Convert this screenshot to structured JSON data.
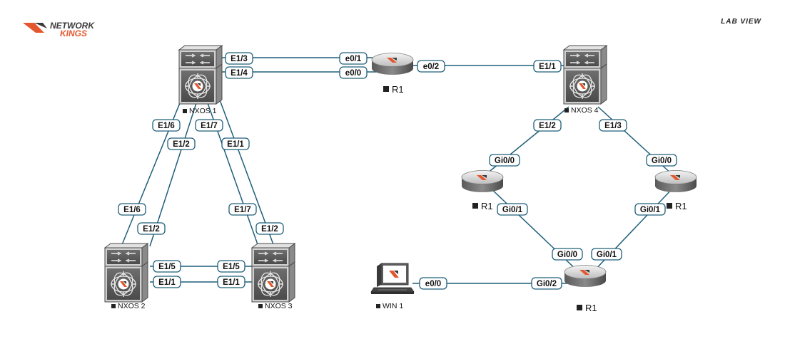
{
  "brand": {
    "logo_line1": "NETWORK",
    "logo_line2": "KINGS",
    "view_label": "LAB VIEW",
    "accent": "#e4572e",
    "link_color": "#1f5f7a"
  },
  "nodes": {
    "nxos1": {
      "name": "NXOS 1",
      "icon": "nexus-switch-icon"
    },
    "nxos2": {
      "name": "NXOS 2",
      "icon": "nexus-switch-icon"
    },
    "nxos3": {
      "name": "NXOS 3",
      "icon": "nexus-switch-icon"
    },
    "nxos4": {
      "name": "NXOS 4",
      "icon": "nexus-switch-icon"
    },
    "r1_top": {
      "name": "R1",
      "icon": "router-icon"
    },
    "r1_left": {
      "name": "R1",
      "icon": "router-icon"
    },
    "r1_right": {
      "name": "R1",
      "icon": "router-icon"
    },
    "r1_bottom": {
      "name": "R1",
      "icon": "router-icon"
    },
    "win1": {
      "name": "WIN 1",
      "icon": "workstation-icon"
    }
  },
  "links": [
    {
      "id": "nx1-r1-a",
      "a": "E1/3",
      "b": "e0/1"
    },
    {
      "id": "nx1-r1-b",
      "a": "E1/4",
      "b": "e0/0"
    },
    {
      "id": "r1-nx4",
      "a": "e0/2",
      "b": "E1/1"
    },
    {
      "id": "nx1-nx2-a",
      "a": "E1/6",
      "b": "E1/6"
    },
    {
      "id": "nx1-nx2-b",
      "a": "E1/2",
      "b": "E1/2"
    },
    {
      "id": "nx1-nx3-a",
      "a": "E1/7",
      "b": "E1/7"
    },
    {
      "id": "nx1-nx3-b",
      "a": "E1/1",
      "b": "E1/2"
    },
    {
      "id": "nx2-nx3-a",
      "a": "E1/5",
      "b": "E1/5"
    },
    {
      "id": "nx2-nx3-b",
      "a": "E1/1",
      "b": "E1/1"
    },
    {
      "id": "nx4-rl",
      "a": "E1/2",
      "b": "Gi0/0"
    },
    {
      "id": "nx4-rr",
      "a": "E1/3",
      "b": "Gi0/0"
    },
    {
      "id": "rl-rb",
      "a": "Gi0/1",
      "b": "Gi0/0"
    },
    {
      "id": "rr-rb",
      "a": "Gi0/1",
      "b": "Gi0/1"
    },
    {
      "id": "win-rb",
      "a": "e0/0",
      "b": "Gi0/2"
    }
  ]
}
